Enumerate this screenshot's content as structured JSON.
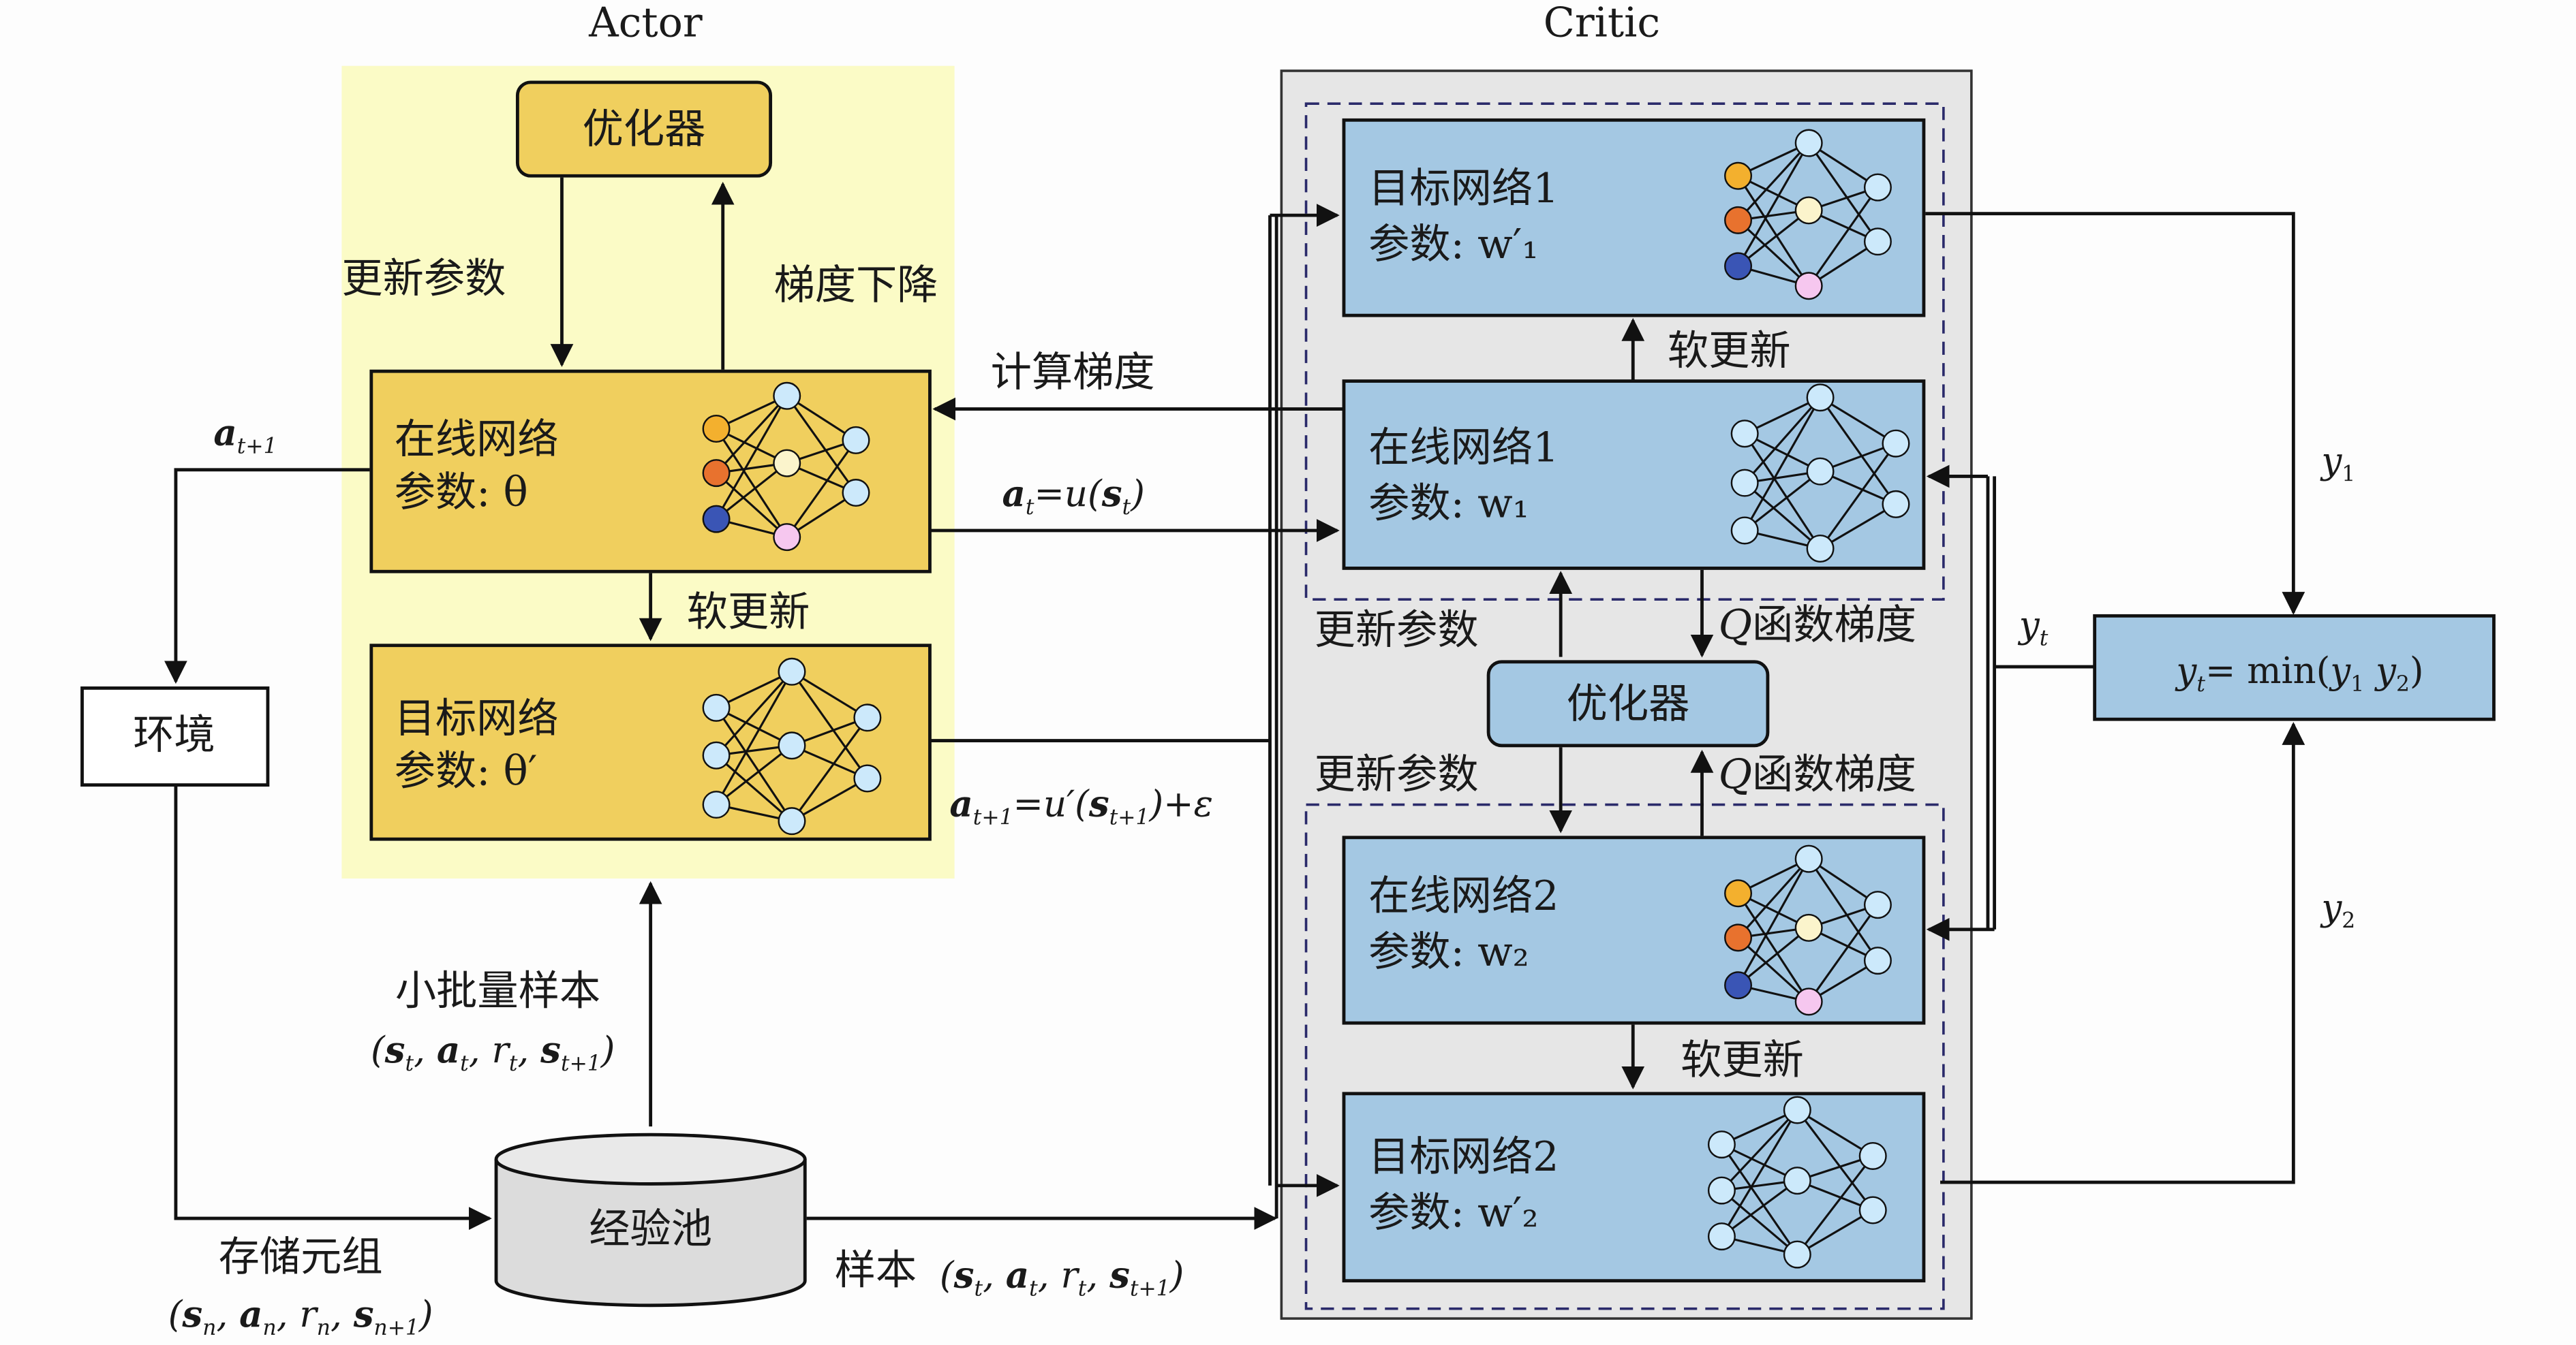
{
  "actor": {
    "title": "Actor",
    "optimizer": "优化器",
    "online_net": {
      "name": "在线网络",
      "param": "参数: θ"
    },
    "target_net": {
      "name": "目标网络",
      "param": "参数: θ′"
    },
    "update_params": "更新参数",
    "grad_descent": "梯度下降",
    "soft_update": "软更新"
  },
  "critic": {
    "title": "Critic",
    "target1": {
      "name": "目标网络1",
      "param": "参数: w′₁"
    },
    "online1": {
      "name": "在线网络1",
      "param": "参数: w₁"
    },
    "online2": {
      "name": "在线网络2",
      "param": "参数: w₂"
    },
    "target2": {
      "name": "目标网络2",
      "param": "参数: w′₂"
    },
    "optimizer": "优化器",
    "soft_update_1": "软更新",
    "soft_update_2": "软更新",
    "update_params_1": "更新参数",
    "update_params_2": "更新参数",
    "q_grad_1": "Q函数梯度",
    "q_grad_2": "Q函数梯度"
  },
  "env": "环境",
  "replay_pool": "经验池",
  "labels": {
    "compute_grad": "计算梯度",
    "a_t_next": "a_{t+1}",
    "a_t_eq": "a_t=u(s_t)",
    "a_t1_eq": "a_{t+1}=u′(s_{t+1})+ε",
    "minibatch": "小批量样本",
    "minibatch_tuple": "(s_t, a_t, r_t, s_{t+1})",
    "store_tuple": "存储元组",
    "store_tuple_vals": "(s_n, a_n, r_n, s_{n+1})",
    "sample": "样本",
    "sample_tuple": "(s_t, a_t, r_t, s_{t+1})",
    "y1": "y₁",
    "y2": "y₂",
    "yt": "y_t",
    "min_box": "y_t= min(y₁ y₂)"
  },
  "colors": {
    "actor_bg": "#fbfbc6",
    "actor_box": "#f0cf5e",
    "critic_bg": "#e6e6e6",
    "critic_box": "#a4c8e3",
    "node_yellow": "#f3b02e",
    "node_orange": "#e8722e",
    "node_blue": "#3a55b5",
    "node_pink": "#f6c7ef",
    "node_light": "#cce9fb",
    "node_cream": "#fbf4cc"
  }
}
